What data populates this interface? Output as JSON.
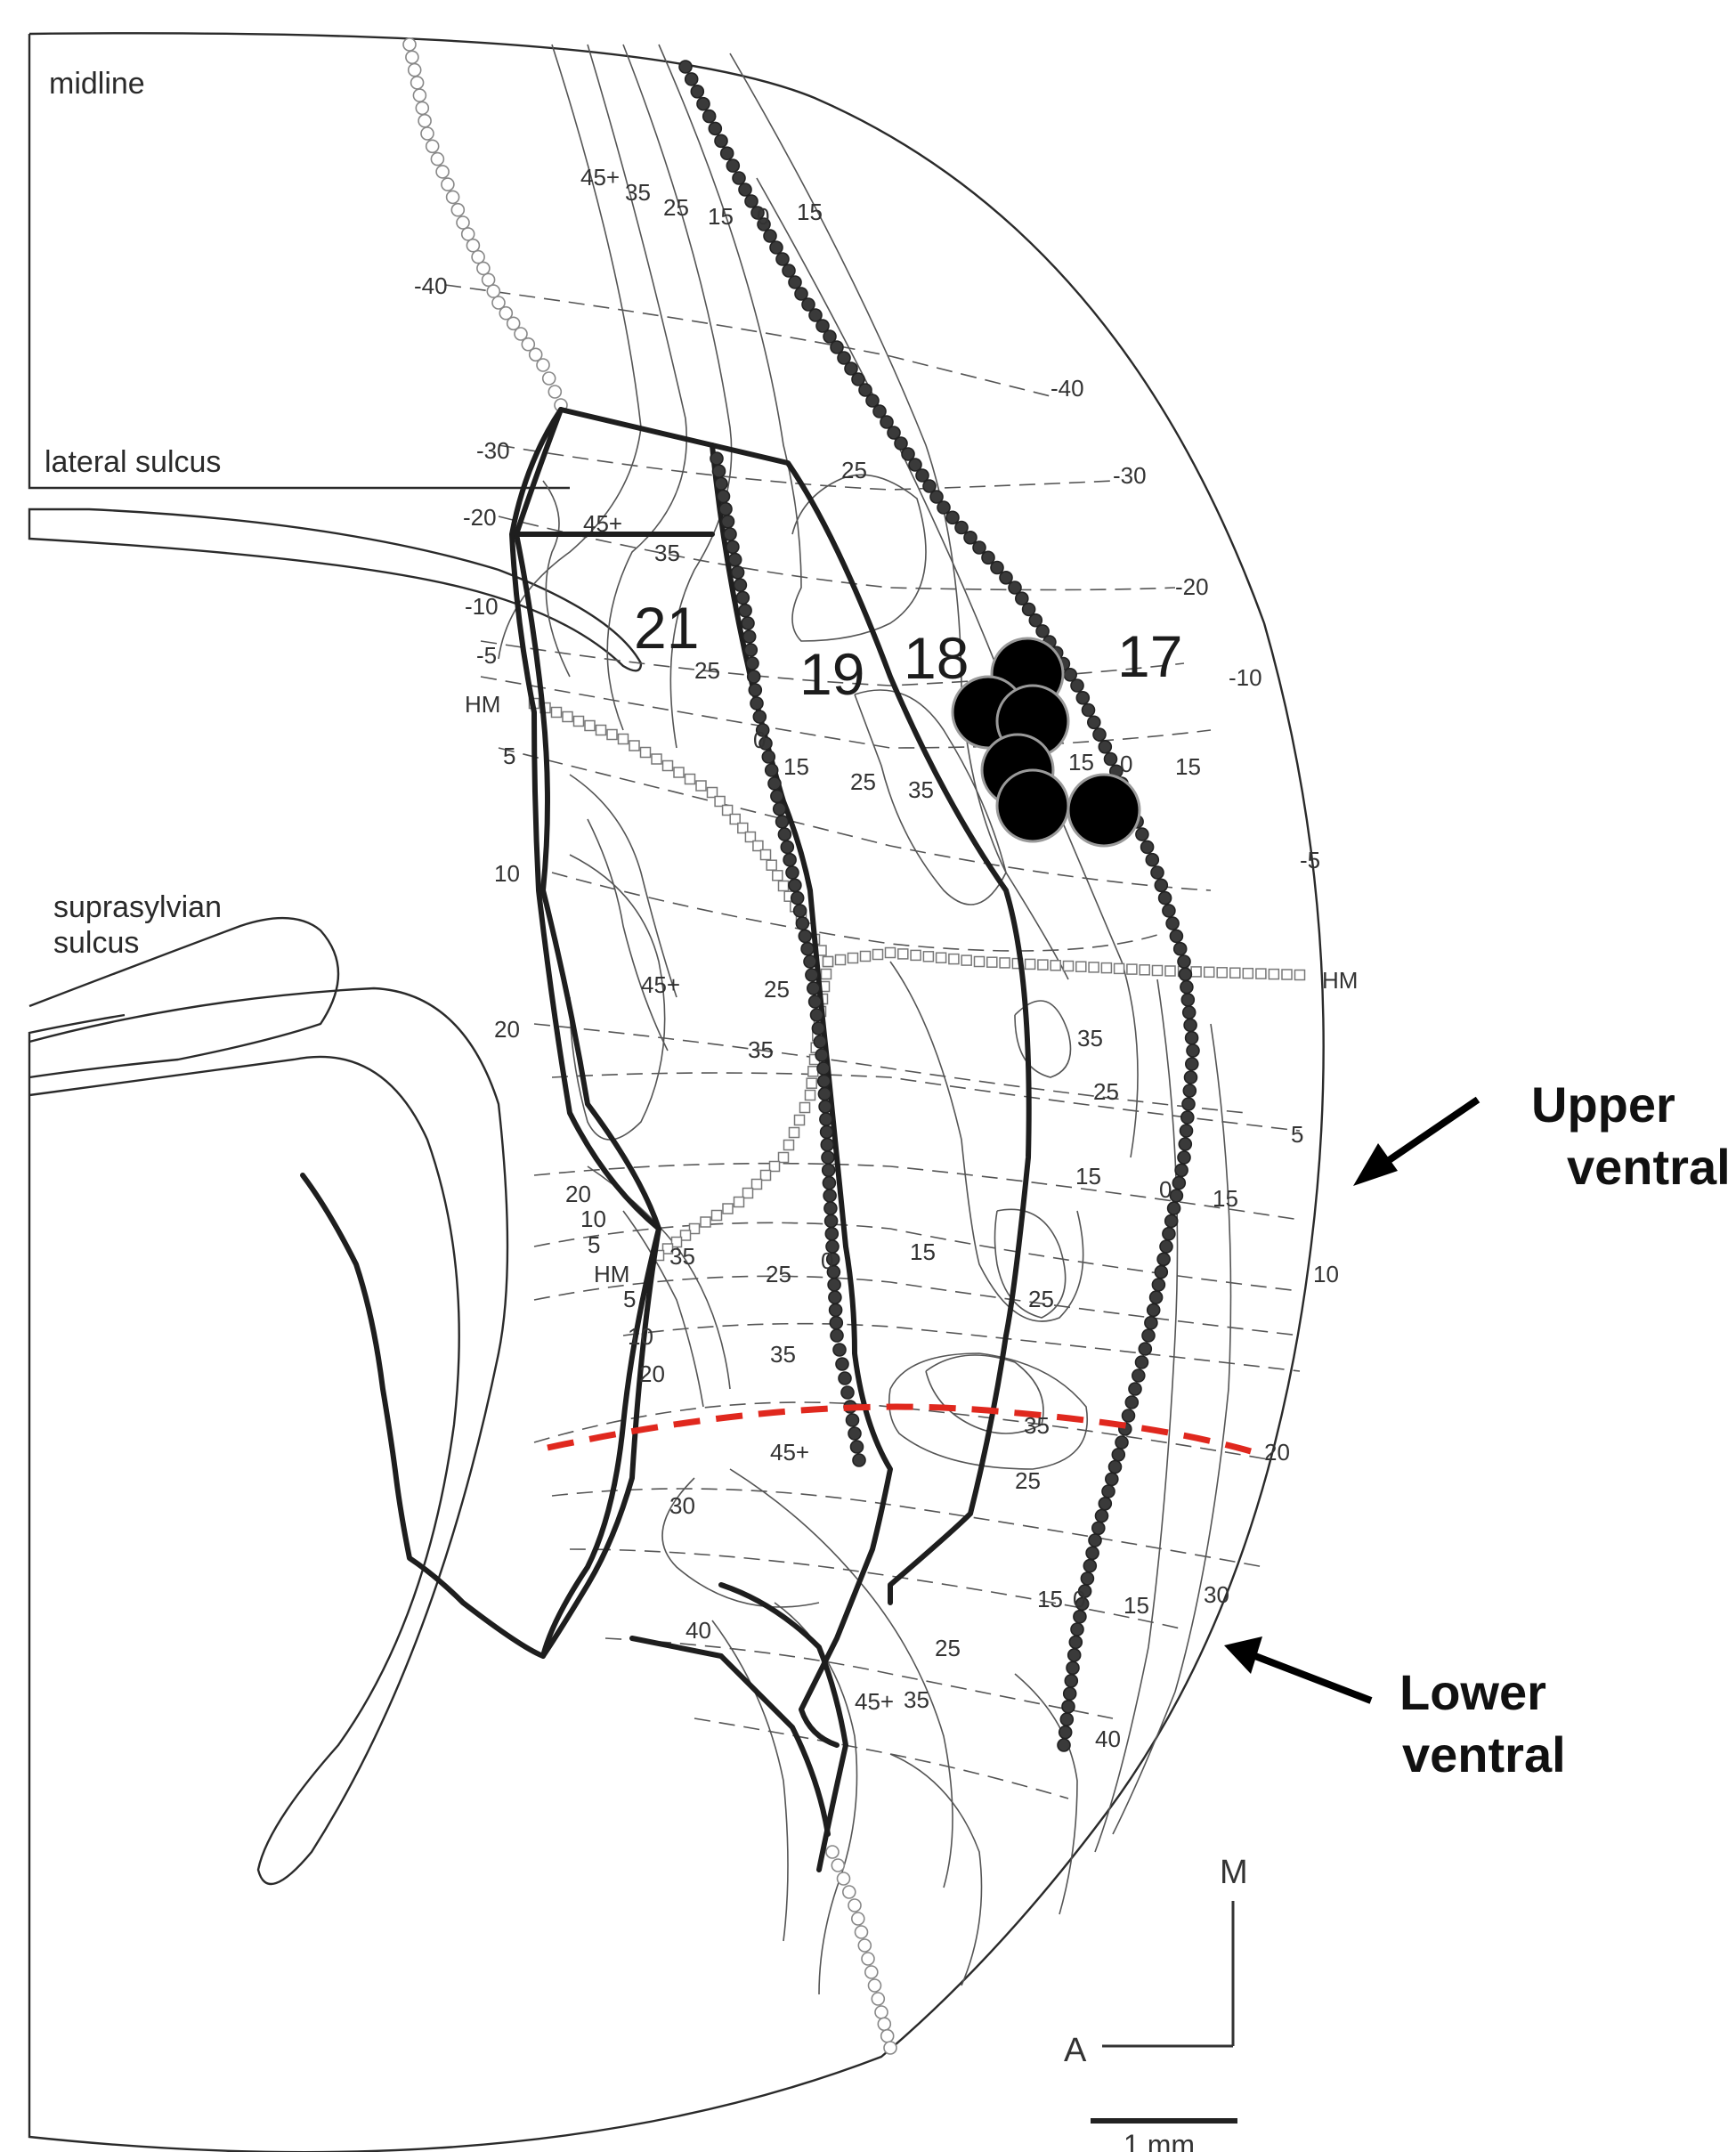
{
  "labels": {
    "midline": "midline",
    "lateral_sulcus": "lateral sulcus",
    "suprasylvian_line1": "suprasylvian",
    "suprasylvian_line2": "sulcus",
    "upper_ventral_1": "Upper",
    "upper_ventral_2": "ventral",
    "lower_ventral_1": "Lower",
    "lower_ventral_2": "ventral",
    "orient_m": "M",
    "orient_a": "A",
    "scale": "1 mm"
  },
  "areas": [
    "21",
    "19",
    "18",
    "17"
  ],
  "isolines": {
    "top_row": [
      "45+",
      "35",
      "25",
      "15",
      "0",
      "15"
    ],
    "horizontal_meridian": "HM",
    "elevation": [
      "-40",
      "-30",
      "-20",
      "-10",
      "-5",
      "5",
      "10",
      "20",
      "30",
      "40"
    ],
    "azimuth": [
      "45+",
      "35",
      "25",
      "15",
      "0"
    ]
  },
  "colors": {
    "border": "#1e1e1e",
    "filled_dots": "#3a3a3a",
    "open_dots": "#ffffff",
    "recording_sites": "#000000",
    "red_boundary": "#e0281e"
  }
}
